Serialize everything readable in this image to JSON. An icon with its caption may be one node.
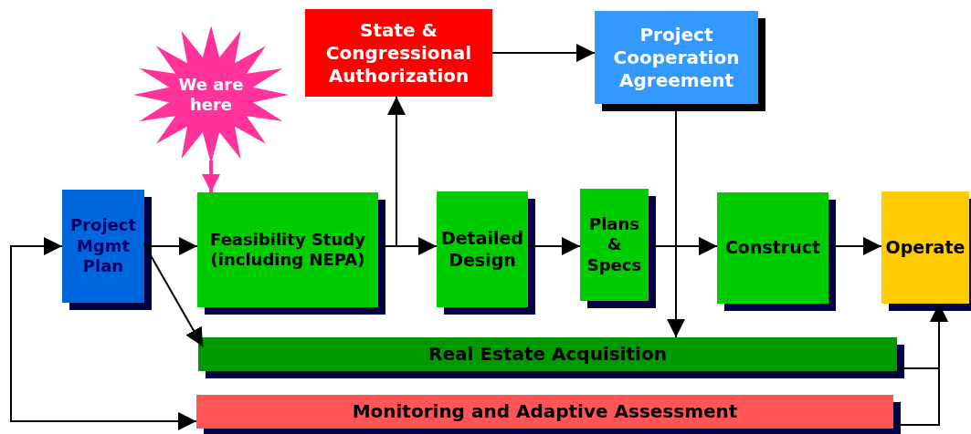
{
  "diagram": {
    "nodes": [
      {
        "text": [
          "Project Mgmt Plan"
        ]
      },
      {
        "text": [
          "We are here"
        ]
      },
      {
        "text": [
          "Feasibility Study (including NEPA)"
        ]
      },
      {
        "text": [
          "State & Congressional Authorization"
        ]
      },
      {
        "text": [
          "Project Cooperation Agreement"
        ]
      },
      {
        "text": [
          "Detailed Design"
        ]
      },
      {
        "text": [
          "Plans & Specs"
        ]
      },
      {
        "text": [
          "Construct"
        ]
      },
      {
        "text": [
          "Operate"
        ]
      },
      {
        "text": [
          "Real Estate Acquisition"
        ]
      },
      {
        "text": [
          "Monitoring and Adaptive Assessment"
        ]
      }
    ],
    "edges": [
      {
        "from": 0,
        "to": 2,
        "arrow": "to"
      },
      {
        "from": 0,
        "to": 9,
        "arrow": "to"
      },
      {
        "from": 0,
        "to": 10,
        "arrow": "both"
      },
      {
        "from": 1,
        "to": 2,
        "arrow": "to",
        "color": "#ff3399",
        "style": "thick"
      },
      {
        "from": 2,
        "to": 5,
        "arrow": "to"
      },
      {
        "from": 2,
        "to": 3,
        "arrow": "to"
      },
      {
        "from": 3,
        "to": 4,
        "arrow": "to"
      },
      {
        "from": 5,
        "to": 6,
        "arrow": "to"
      },
      {
        "from": 6,
        "to": 7,
        "arrow": "to"
      },
      {
        "from": 4,
        "to": 7,
        "arrow": "to"
      },
      {
        "from": 4,
        "to": 9,
        "arrow": "to"
      },
      {
        "from": 7,
        "to": 8,
        "arrow": "to"
      },
      {
        "from": 9,
        "to": 8,
        "arrow": "to"
      },
      {
        "from": 10,
        "to": 8,
        "arrow": "to"
      }
    ]
  }
}
